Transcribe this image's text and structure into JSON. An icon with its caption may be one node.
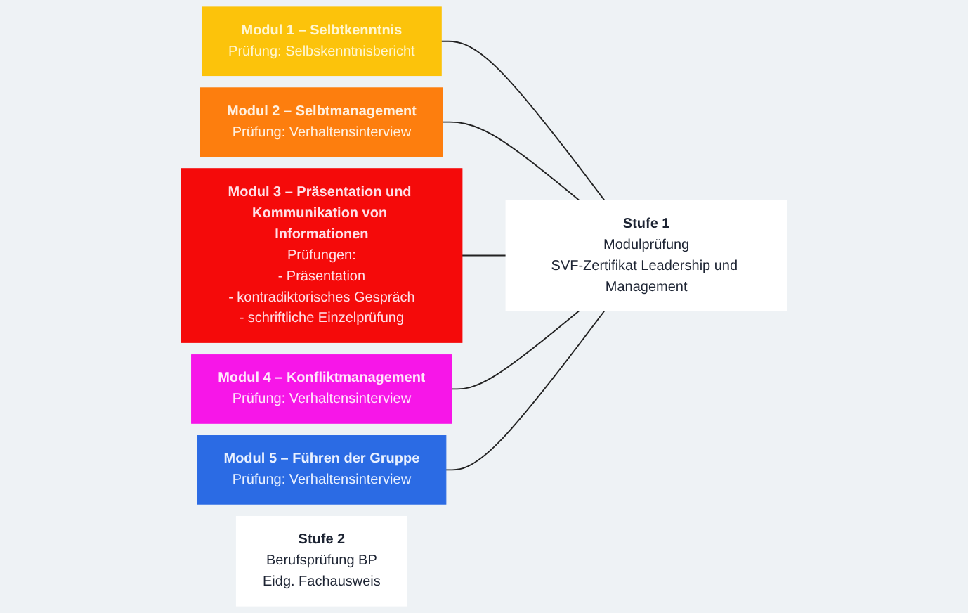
{
  "diagram": {
    "nodes": [
      {
        "text": [
          "Modul 1 – Selbtkenntnis",
          "Prüfung: Selbskenntnisbericht"
        ]
      },
      {
        "text": [
          "Modul 2 – Selbtmanagement",
          "Prüfung: Verhaltensinterview"
        ]
      },
      {
        "text": [
          "Modul 3 – Präsentation und Kommunikation von Informationen",
          "Prüfungen:",
          "- Präsentation",
          "- kontradiktorisches Gespräch",
          "- schriftliche Einzelprüfung"
        ]
      },
      {
        "text": [
          "Modul 4 – Konfliktmanagement",
          "Prüfung: Verhaltensinterview"
        ]
      },
      {
        "text": [
          "Modul 5 – Führen der Gruppe",
          "Prüfung: Verhaltensinterview"
        ]
      },
      {
        "text": [
          "Stufe 1",
          "Modulprüfung",
          "SVF-Zertifikat Leadership und Management"
        ]
      },
      {
        "text": [
          "Stufe 2",
          "Berufsprüfung BP",
          "Eidg. Fachausweis"
        ]
      }
    ],
    "edges": [
      {
        "from": 0,
        "to": 5,
        "arrow": "none"
      },
      {
        "from": 1,
        "to": 5,
        "arrow": "none"
      },
      {
        "from": 2,
        "to": 5,
        "arrow": "none"
      },
      {
        "from": 3,
        "to": 5,
        "arrow": "none"
      },
      {
        "from": 4,
        "to": 5,
        "arrow": "none"
      }
    ]
  }
}
